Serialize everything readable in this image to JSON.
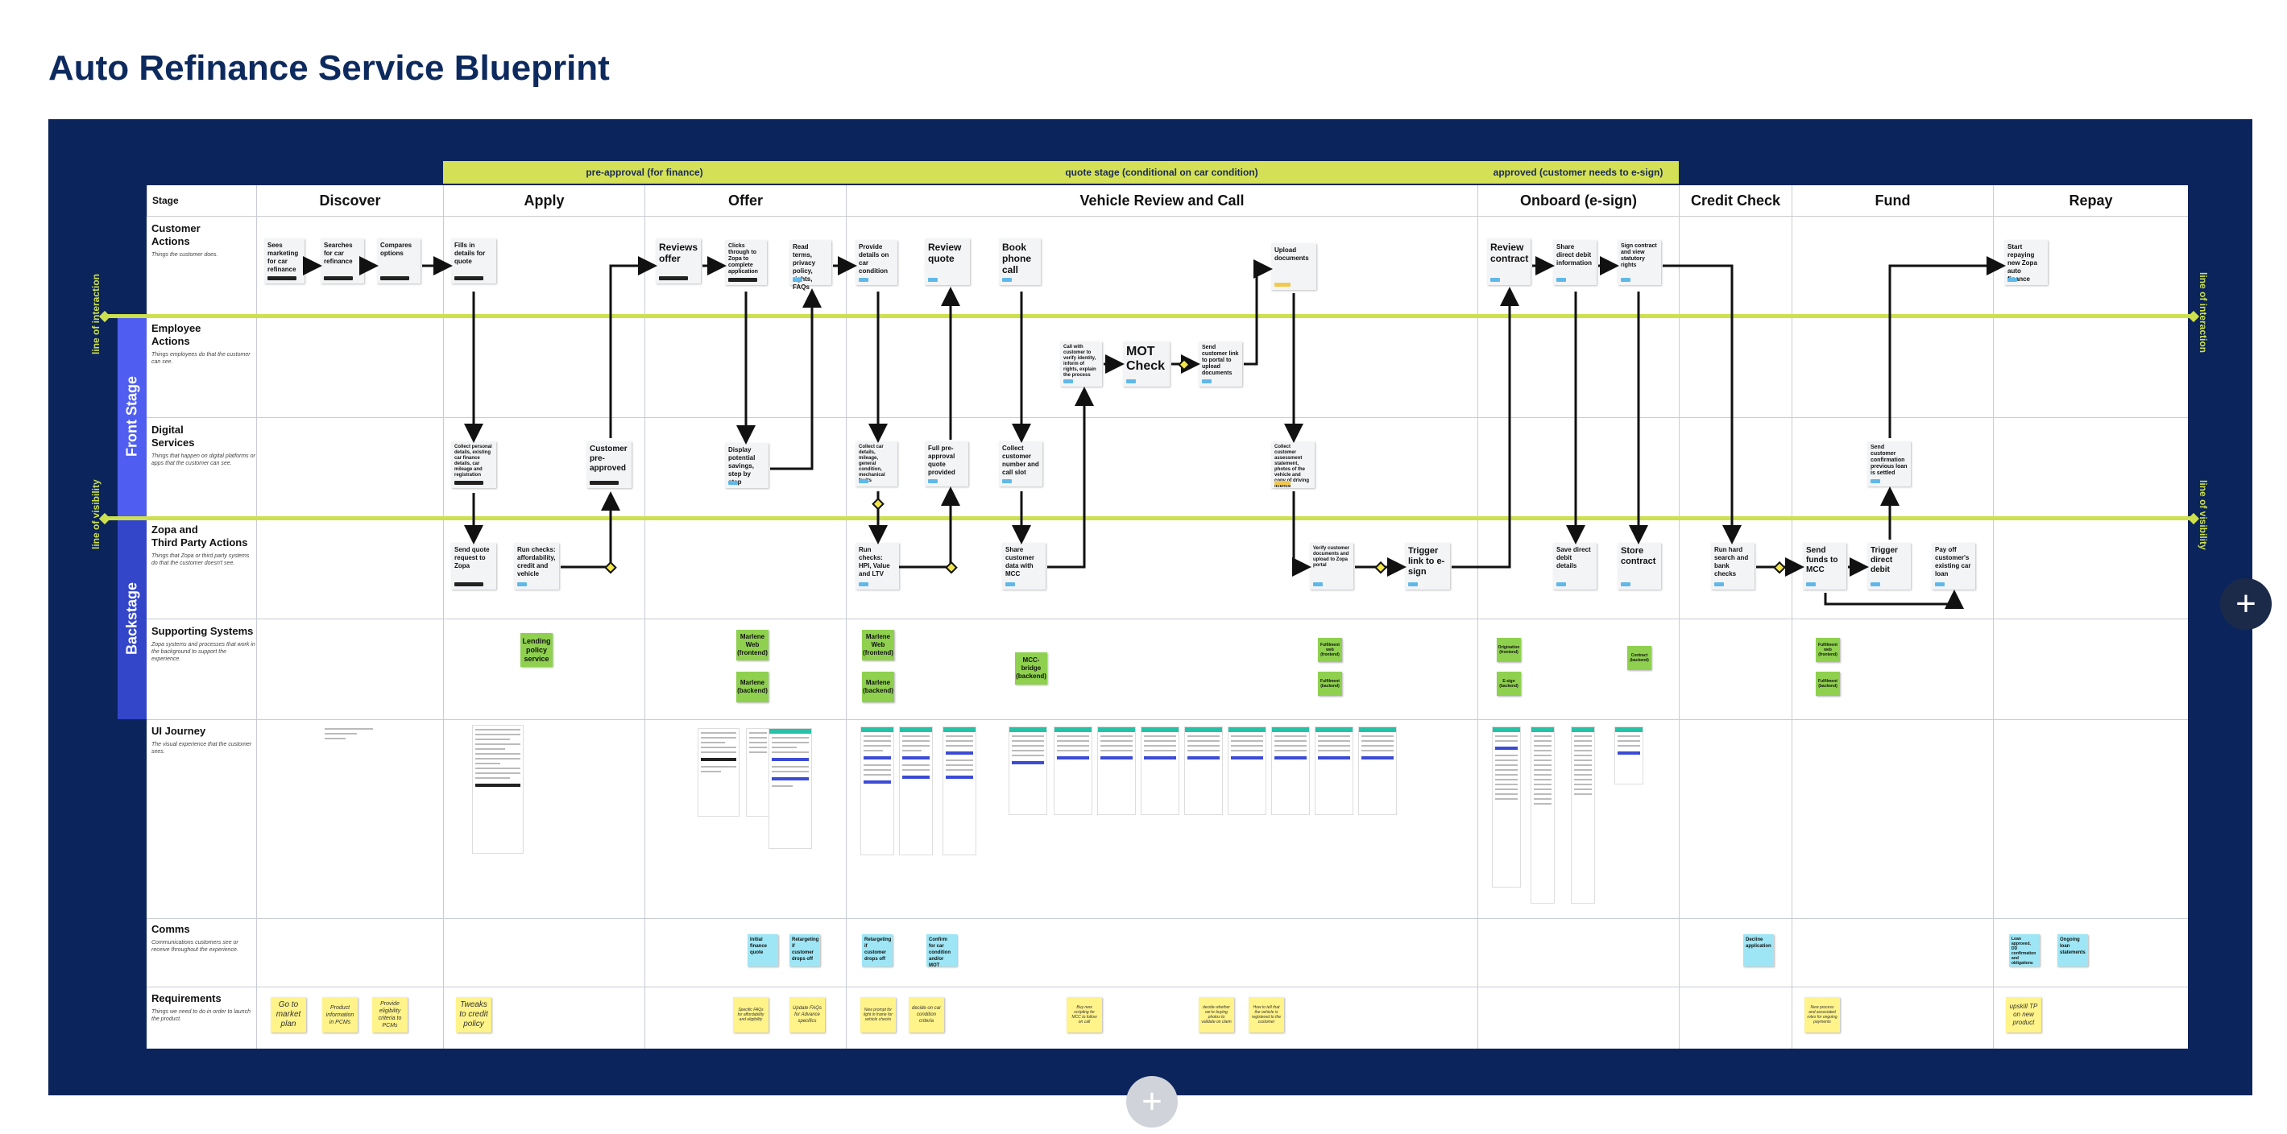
{
  "title": "Auto Refinance Service Blueprint",
  "bands": [
    {
      "label": "pre-approval (for finance)"
    },
    {
      "label": "quote stage (conditional on car condition)"
    },
    {
      "label": "approved (customer needs to e-sign)"
    }
  ],
  "stage_label": "Stage",
  "stages": [
    "Discover",
    "Apply",
    "Offer",
    "Vehicle Review and Call",
    "Onboard (e-sign)",
    "Credit Check",
    "Fund",
    "Repay"
  ],
  "rows": [
    {
      "title": "Customer\nActions",
      "desc": "Things the customer does."
    },
    {
      "title": "Employee\nActions",
      "desc": "Things employees do that the customer can see."
    },
    {
      "title": "Digital\nServices",
      "desc": "Things that happen on digital platforms or apps that the customer can see."
    },
    {
      "title": "Zopa and\nThird Party Actions",
      "desc": "Things that Zopa or third party systems do that the customer doesn't see."
    },
    {
      "title": "Supporting Systems",
      "desc": "Zopa systems and processes that work in the background to support the experience."
    },
    {
      "title": "UI Journey",
      "desc": "The visual experience that the customer sees."
    },
    {
      "title": "Comms",
      "desc": "Communications customers see or receive throughout the experience."
    },
    {
      "title": "Requirements",
      "desc": "Things we need to do in order to launch the product."
    }
  ],
  "lines": {
    "interaction": "line of interaction",
    "visibility": "line of visibility"
  },
  "side": {
    "front": "Front Stage",
    "back": "Backstage"
  },
  "customer_actions": [
    "Sees marketing for car refinance",
    "Searches for car refinance",
    "Compares options",
    "Fills in details for quote",
    "Reviews offer",
    "Clicks through to Zopa to complete application",
    "Read terms, privacy policy, rights, FAQs",
    "Provide details on car condition",
    "Review quote",
    "Book phone call",
    "Upload documents",
    "Review contract",
    "Share direct debit information",
    "Sign contract and view statutory rights",
    "Start repaying new Zopa auto finance"
  ],
  "employee_actions": [
    "Call with customer to verify identity, inform of rights, explain the process",
    "MOT Check",
    "Send customer link to portal to upload documents"
  ],
  "digital_services": [
    "Collect personal details, existing car finance details, car mileage and registration",
    "Customer pre-approved",
    "Display potential savings, step by step",
    "Collect car details, mileage, general condition, mechanical faults",
    "Full pre-approval quote provided",
    "Collect customer number and call slot",
    "Collect customer assessment statement, photos of the vehicle and copy of driving licence",
    "Send customer confirmation previous loan is settled"
  ],
  "zopa_actions": [
    "Send quote request to Zopa",
    "Run checks: affordability, credit and vehicle",
    "Run checks: HPI, Value and LTV",
    "Share customer data with MCC",
    "Verify customer documents and upload to Zopa portal",
    "Trigger link to e-sign",
    "Save direct debit details",
    "Store contract",
    "Run hard search and bank checks",
    "Send funds to MCC",
    "Trigger direct debit",
    "Pay off customer's existing car loan"
  ],
  "supporting": [
    "Lending policy service",
    "Marlene Web (frontend)",
    "Marlene (backend)",
    "Marlene Web (frontend)",
    "Marlene (backend)",
    "MCC-bridge (backend)",
    "Fulfilment web (frontend)",
    "Fulfilment (backend)",
    "Origination (frontend)",
    "E-sign (backend)",
    "Contract (backend)",
    "Fulfilment web (frontend)",
    "Fulfilment (backend)"
  ],
  "comms": [
    "Initial finance quote",
    "Retargeting if customer drops off",
    "Retargeting if customer drops off",
    "Confirm for car condition and/or MOT",
    "Decline application",
    "Loan approved, DD confirmation and obligations",
    "Ongoing loan statements"
  ],
  "requirements": [
    "Go to market plan",
    "Product information in PCMs",
    "Provide eligibility criteria to PCMs",
    "Tweaks to credit policy",
    "Specific FAQs for affordability and eligibility",
    "Update FAQs for Advance specifics",
    "New prompt for light in frame for vehicle checks",
    "decide on car condition criteria",
    "Buy new scripting for MCC to follow on call",
    "decide whether we're buying photos to validate on claim",
    "How to tell that the vehicle is registered to the customer",
    "New process and associated roles for ongoing payments",
    "upskill TP on new product"
  ]
}
